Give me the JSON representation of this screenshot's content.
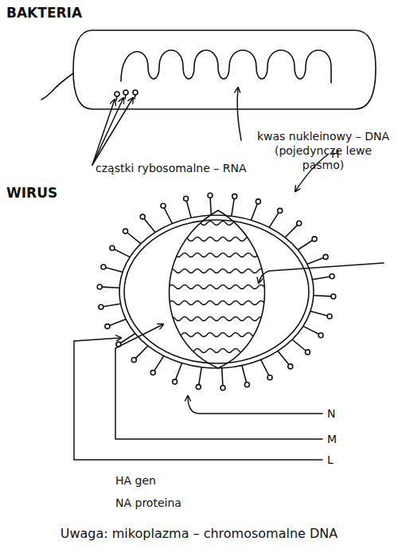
{
  "diagram": {
    "caption": "Uwaga: mikoplazma – chromosomalne DNA",
    "nodes": [
      {
        "text": [
          "BAKTERIA"
        ]
      },
      {
        "text": [
          "WIRUS"
        ]
      }
    ],
    "labels": [
      "kwas nukleinowy – DNA (pojedyncze lewe pasmo)",
      "cząstki rybosomalne – RNA",
      "H",
      "N",
      "M",
      "L",
      "HA gen",
      "NA proteina"
    ]
  }
}
